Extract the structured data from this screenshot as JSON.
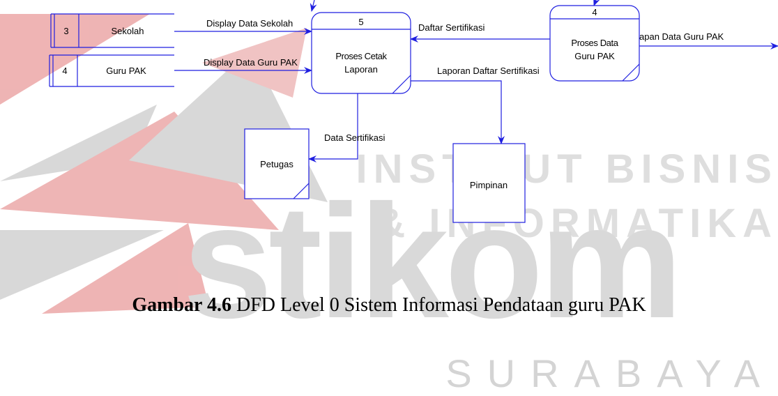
{
  "watermark": {
    "line1": "INSTITUT BISNIS",
    "line2": "& INFORMATIKA",
    "wordmark": "stikom",
    "city": "SURABAYA",
    "logo_colors": [
      "#e8a8a8",
      "#d4d4d4"
    ]
  },
  "diagram": {
    "line_color": "#1f1fe0",
    "data_stores": [
      {
        "id": "3",
        "name": "Sekolah"
      },
      {
        "id": "4",
        "name": "Guru PAK"
      }
    ],
    "processes": [
      {
        "id": "5",
        "name_line1": "Proses Cetak",
        "name_line2": "Laporan"
      },
      {
        "id": "4",
        "name_line1": "Proses Data",
        "name_line2": "Guru PAK"
      }
    ],
    "entities": [
      {
        "name": "Petugas"
      },
      {
        "name": "Pimpinan"
      }
    ],
    "flows": {
      "display_sekolah": "Display Data Sekolah",
      "display_guru": "Display Data Guru PAK",
      "daftar_sertifikasi": "Daftar Sertifikasi",
      "laporan_daftar": "Laporan Daftar Sertifikasi",
      "data_sertifikasi": "Data Sertifikasi",
      "out_guru": "apan Data Guru PAK"
    }
  },
  "caption": {
    "label": "Gambar 4.6",
    "text": " DFD Level 0 Sistem Informasi Pendataan guru PAK"
  }
}
